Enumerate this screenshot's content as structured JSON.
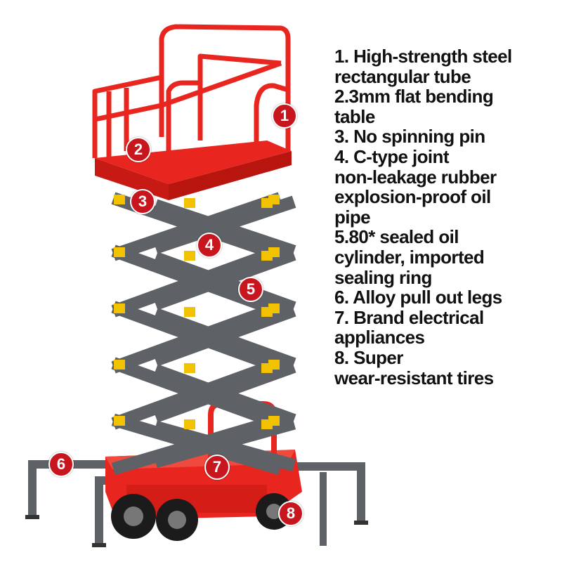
{
  "colors": {
    "frame_red": "#e8261f",
    "steel_gray": "#5e6266",
    "callout_red": "#c8161e",
    "text": "#111111"
  },
  "features": [
    {
      "number": "1",
      "lines": [
        "1. High-strength steel",
        "rectangular tube"
      ]
    },
    {
      "number": "2",
      "lines": [
        "2.3mm flat bending",
        "table"
      ]
    },
    {
      "number": "3",
      "lines": [
        "3. No spinning pin"
      ]
    },
    {
      "number": "4",
      "lines": [
        "4. C-type joint",
        "non-leakage rubber",
        "explosion-proof oil",
        "pipe"
      ]
    },
    {
      "number": "5",
      "lines": [
        "5.80* sealed oil",
        "cylinder, imported",
        "sealing ring"
      ]
    },
    {
      "number": "6",
      "lines": [
        "6. Alloy pull out legs"
      ]
    },
    {
      "number": "7",
      "lines": [
        "7. Brand electrical",
        "appliances"
      ]
    },
    {
      "number": "8",
      "lines": [
        "8. Super",
        "wear-resistant tires"
      ]
    }
  ]
}
